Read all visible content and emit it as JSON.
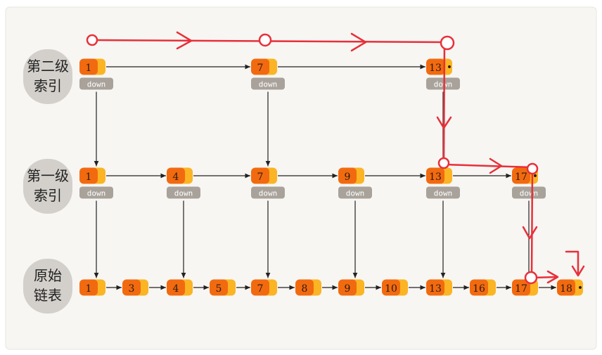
{
  "labels": {
    "level2": "第二级\n索引",
    "level1": "第一级\n索引",
    "original": "原始\n链表"
  },
  "down_label": "down",
  "null_mark": "•",
  "levels": {
    "level2": [
      1,
      7,
      13
    ],
    "level1": [
      1,
      4,
      7,
      9,
      13,
      17
    ],
    "original": [
      1,
      3,
      4,
      5,
      7,
      8,
      9,
      10,
      13,
      16,
      17,
      18
    ]
  },
  "colors": {
    "node_dark": "#f26a0f",
    "node_light": "#fbb424",
    "down_box": "#a8a29a",
    "label_bg": "#d3d0cb",
    "path": "#e8303a",
    "panel_bg": "#f7f6f3"
  }
}
